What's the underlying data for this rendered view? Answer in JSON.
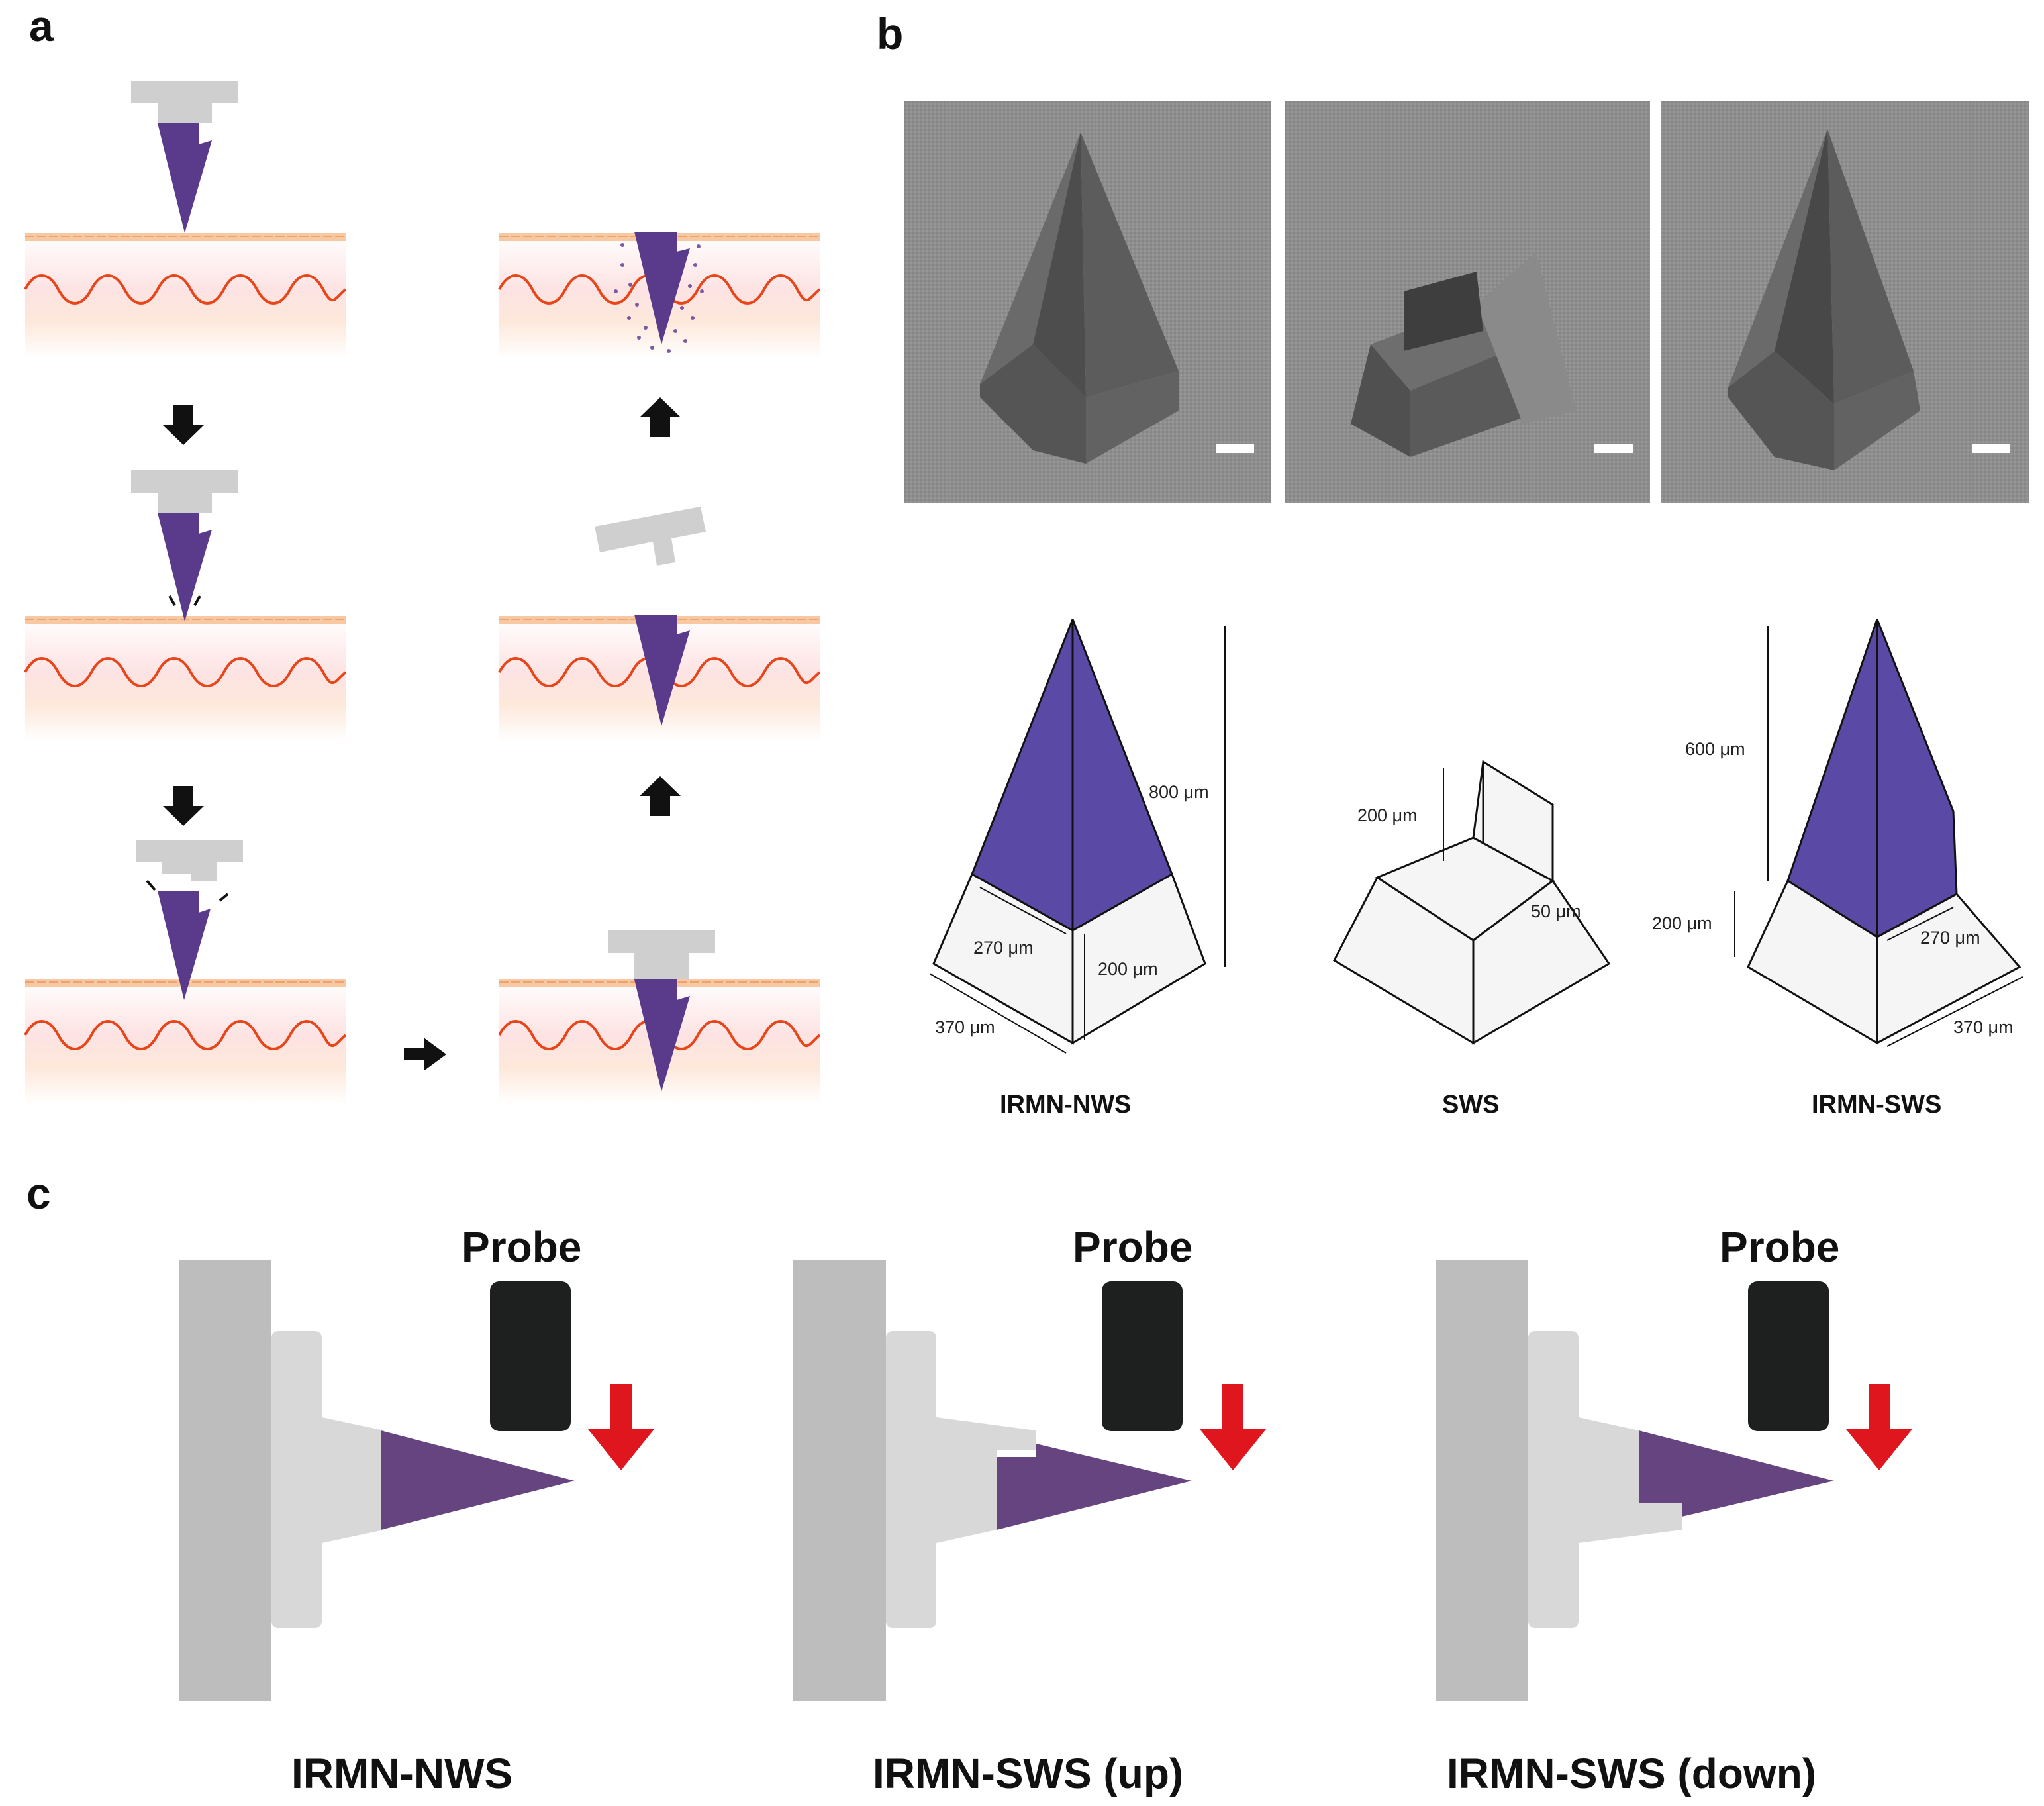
{
  "panels": {
    "a": "a",
    "b": "b",
    "c": "c"
  },
  "panel_b": {
    "captions": [
      "IRMN-NWS",
      "SWS",
      "IRMN-SWS"
    ],
    "nws_dims": {
      "height": "800 μm",
      "side_upper": "270 μm",
      "side_height": "200 μm",
      "base": "370 μm"
    },
    "sws_dims": {
      "height": "200 μm",
      "gap": "50 μm"
    },
    "irmn_sws_dims": {
      "upper": "600 μm",
      "lower": "200 μm",
      "side_upper": "270 μm",
      "base": "370 μm"
    }
  },
  "panel_c": {
    "probe_label": "Probe",
    "captions": [
      "IRMN-NWS",
      "IRMN-SWS (up)",
      "IRMN-SWS (down)"
    ]
  },
  "colors": {
    "drug_purple": "#5a3a8a",
    "sws_purple": "#5a4aa6",
    "holder_gray": "#cfcfcf",
    "skin_line": "#e8451a",
    "arrow_red": "#e0161e",
    "probe_black": "#1e1f1f"
  }
}
